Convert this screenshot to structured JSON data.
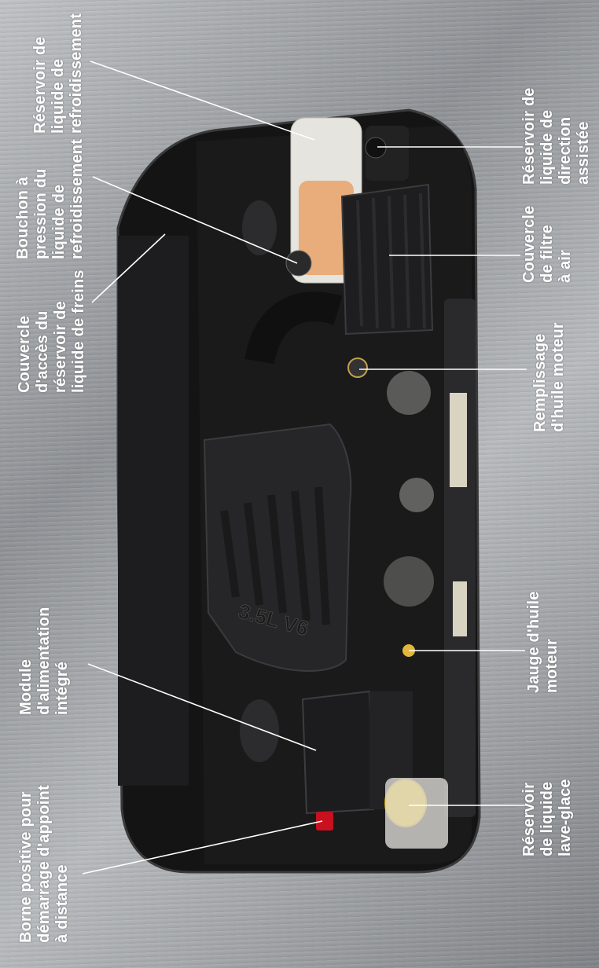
{
  "labels": {
    "coolant_reservoir": "Réservoir de\nliquide de\nrefroidissement",
    "coolant_cap": "Bouchon à\npression du\nliquide de\nrefroidissement",
    "brake_cover": "Couvercle\nd'accès du\nréservoir de\nliquide de freins",
    "power_module": "Module\nd'alimentation\nintégré",
    "jump_terminal": "Borne positive pour\ndémarrage d'appoint\nà distance",
    "power_steering": "Réservoir de\nliquide de\ndirection\nassistée",
    "air_filter": "Couvercle\nde filtre\nà air",
    "oil_fill": "Remplissage\nd'huile moteur",
    "oil_dipstick": "Jauge d'huile\nmoteur",
    "washer": "Réservoir\nde liquide\nlave-glace"
  },
  "engine_badge": "3.5L V6",
  "colors": {
    "label_text": "#ffffff",
    "washer_cap": "#f2c400",
    "terminal_cap": "#c8101e",
    "coolant_fluid": "#e8a368"
  }
}
